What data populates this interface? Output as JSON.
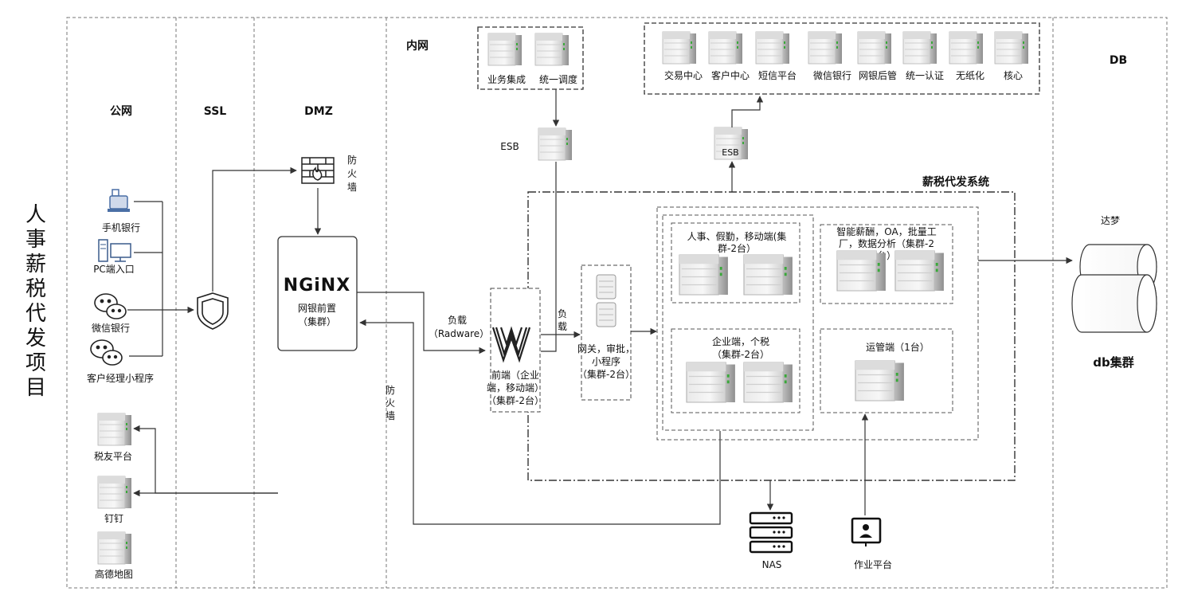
{
  "project_title": [
    "人",
    "事",
    "薪",
    "税",
    "代",
    "发",
    "项",
    "目"
  ],
  "zones": {
    "public": "公网",
    "ssl": "SSL",
    "dmz": "DMZ",
    "intranet": "内网",
    "db": "DB"
  },
  "public_clients": {
    "mobile_bank": "手机银行",
    "pc_entry": "PC端入口",
    "wechat_bank": "微信银行",
    "manager_app": "客户经理小程序"
  },
  "external_platforms": {
    "tax_friend": "税友平台",
    "dingtalk": "钉钉",
    "amap": "高德地图"
  },
  "firewall_top": [
    "防",
    "火",
    "墙"
  ],
  "firewall_side": [
    "防",
    "火",
    "墙"
  ],
  "nginx": {
    "logo": "NGiNX",
    "label_line1": "网银前置",
    "label_line2": "（集群）"
  },
  "load_balancer": {
    "label_line1": "负载",
    "label_line2": "（Radware）"
  },
  "load_short": [
    "负",
    "载"
  ],
  "frontend": {
    "line1": "前端（企业",
    "line2": "端，移动端）",
    "line3": "（集群-2台）"
  },
  "gateway": {
    "line1": "网关，审批，",
    "line2": "小程序",
    "line3": "（集群-2台）"
  },
  "integration_group": [
    "业务集成",
    "统一调度"
  ],
  "core_systems": [
    "交易中心",
    "客户中心",
    "短信平台",
    "微信银行",
    "网银后管",
    "统一认证",
    "无纸化",
    "核心"
  ],
  "esb_left": "ESB",
  "esb_right": "ESB",
  "system_title": "薪税代发系统",
  "modules": {
    "hr": {
      "line1": "人事、假勤，移动端(集",
      "line2": "群-2台）"
    },
    "enterprise": {
      "line1": "企业端，个税",
      "line2": "（集群-2台）"
    },
    "smart": {
      "line1": "智能薪酬，OA，批量工",
      "line2": "厂，数据分析（集群-2",
      "line3": "台）"
    },
    "ops": {
      "line1": "运管端（1台）"
    }
  },
  "database": {
    "vendor": "达梦",
    "cluster": "db集群"
  },
  "nas": "NAS",
  "workstation": "作业平台",
  "colors": {
    "line": "#333333",
    "server_light": "#f2f2f2",
    "server_dark": "#b9b9b9",
    "server_led": "#3aa83a"
  }
}
